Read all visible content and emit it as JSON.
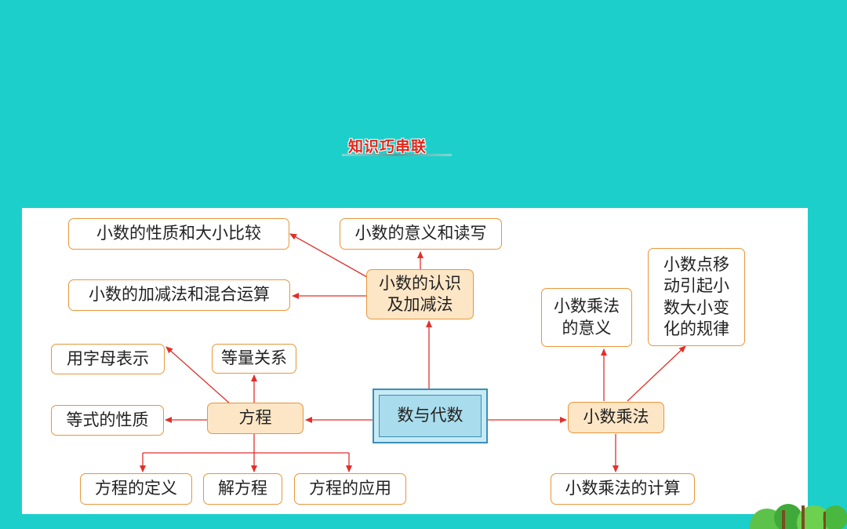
{
  "slide": {
    "title": "知识巧串联",
    "colors": {
      "background": "#1dcfcb",
      "title": "#e4251b",
      "arrow": "#e0302a",
      "node_border": "#e8963a",
      "node_fill": "#fde6c6",
      "center_fill": "#a9dcec"
    }
  },
  "diagram": {
    "center": "数与代数",
    "decimal_recognition": {
      "label": "小数的认识\n及加减法",
      "children": [
        "小数的性质和大小比较",
        "小数的意义和读写",
        "小数的加减法和混合运算"
      ]
    },
    "equation": {
      "label": "方程",
      "children": [
        "用字母表示",
        "等量关系",
        "等式的性质",
        "方程的定义",
        "解方程",
        "方程的应用"
      ]
    },
    "decimal_multiplication": {
      "label": "小数乘法",
      "children": [
        "小数乘法\n的意义",
        "小数点移\n动引起小\n数大小变\n化的规律",
        "小数乘法的计算"
      ]
    }
  }
}
